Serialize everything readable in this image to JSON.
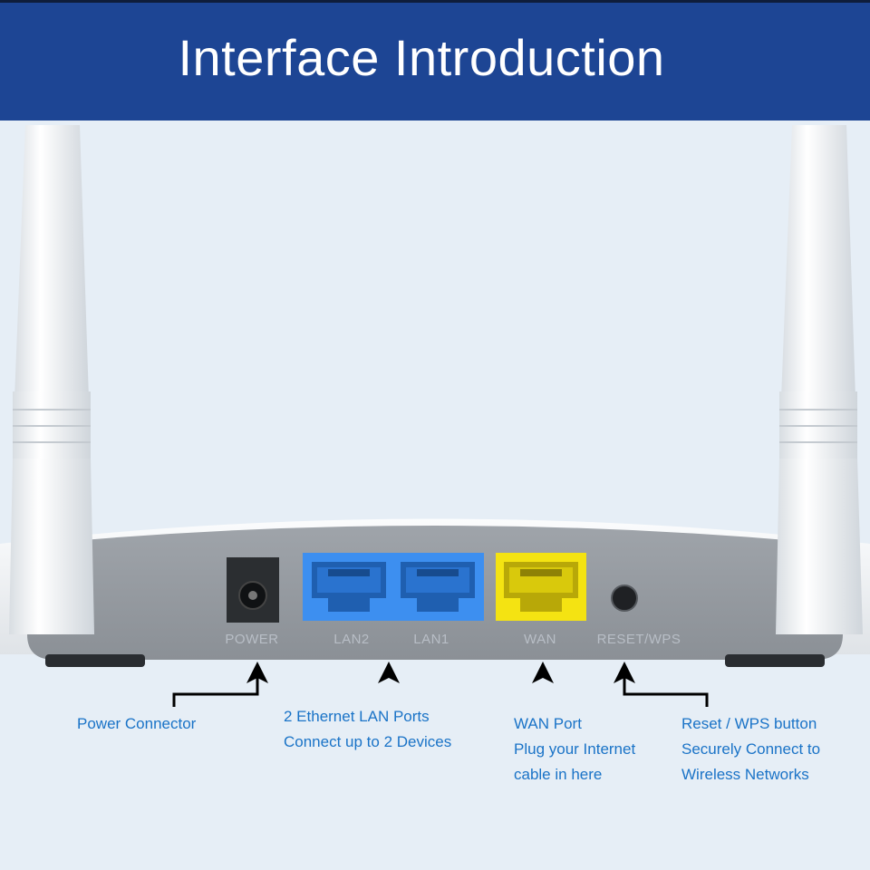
{
  "header": {
    "title": "Interface Introduction"
  },
  "ports": {
    "power": "POWER",
    "lan2": "LAN2",
    "lan1": "LAN1",
    "wan": "WAN",
    "reset": "RESET/WPS"
  },
  "captions": {
    "power": {
      "line1": "Power Connector"
    },
    "lan": {
      "line1": "2 Ethernet LAN Ports",
      "line2": "Connect up to 2 Devices"
    },
    "wan": {
      "line1": "WAN Port",
      "line2": "Plug your Internet",
      "line3": "cable in here"
    },
    "reset": {
      "line1": "Reset / WPS button",
      "line2": "Securely Connect to",
      "line3": "Wireless Networks"
    }
  },
  "colors": {
    "header": "#1d4594",
    "lan_port": "#3d8ff0",
    "wan_port": "#f4e312",
    "caption_text": "#1a73c7"
  },
  "icons": [
    "antenna-left-icon",
    "antenna-right-icon",
    "power-jack-icon",
    "ethernet-port-icon",
    "reset-button-icon",
    "arrow-up-icon"
  ]
}
